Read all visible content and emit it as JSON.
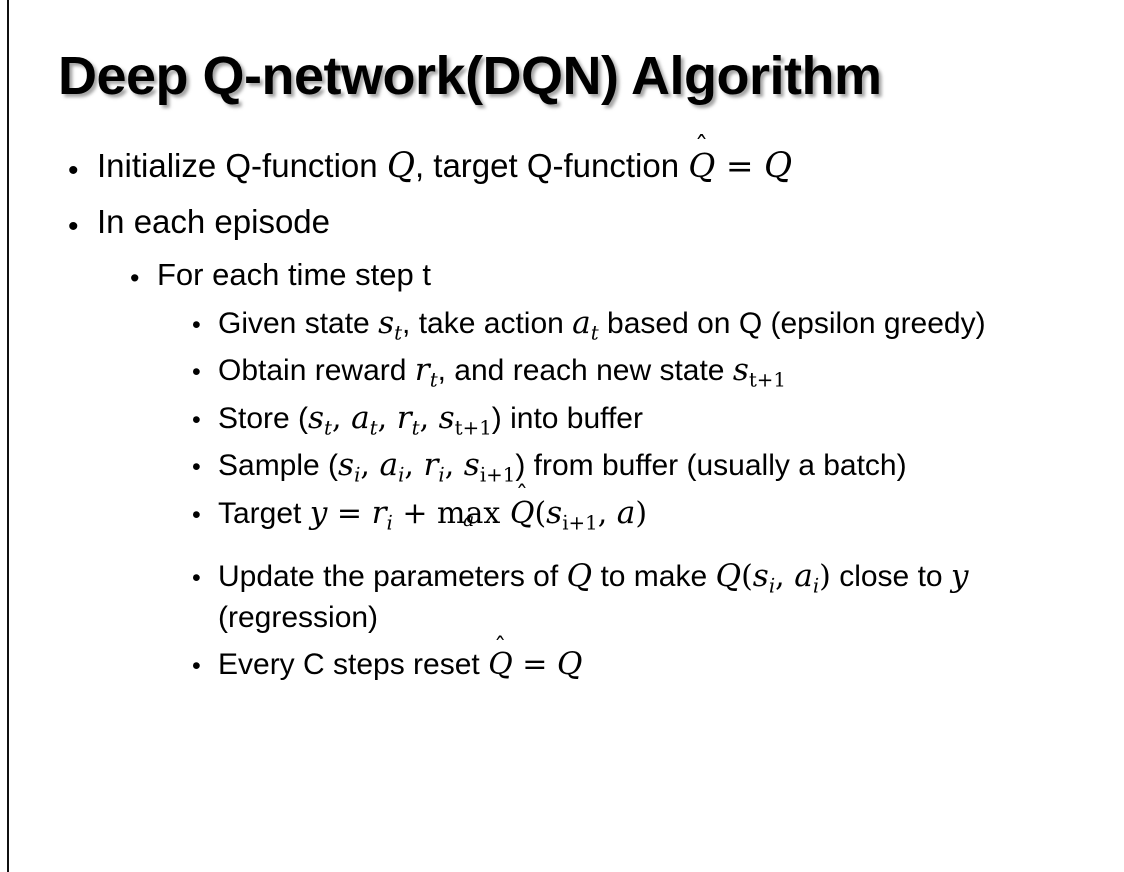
{
  "slide": {
    "title": "Deep Q-network(DQN) Algorithm",
    "background_color": "#ffffff",
    "text_color": "#000000",
    "edge_line_color": "#101010",
    "bullet_glyph": "•",
    "content": [
      {
        "level": 1,
        "id": "initialize",
        "segments": [
          {
            "kind": "text",
            "value": "Initialize Q-function "
          },
          {
            "kind": "math",
            "value": "Q"
          },
          {
            "kind": "text",
            "value": ", target Q-function "
          },
          {
            "kind": "math-hat",
            "value": "Q"
          },
          {
            "kind": "text",
            "value": " = "
          },
          {
            "kind": "math",
            "value": "Q"
          }
        ],
        "plain": "Initialize Q-function Q, target Q-function Q̂ = Q"
      },
      {
        "level": 1,
        "id": "in-each-episode",
        "segments": [
          {
            "kind": "text",
            "value": "In each episode"
          }
        ],
        "plain": "In each episode"
      },
      {
        "level": 2,
        "id": "for-each-time-step",
        "segments": [
          {
            "kind": "text",
            "value": "For each time step t"
          }
        ],
        "plain": "For each time step t"
      },
      {
        "level": 3,
        "id": "given-state",
        "plain": "Given state s_t, take action a_t based on Q (epsilon greedy)"
      },
      {
        "level": 3,
        "id": "obtain-reward",
        "plain": "Obtain reward r_t, and reach new state s_{t+1}"
      },
      {
        "level": 3,
        "id": "store-buffer",
        "plain": "Store (s_t, a_t, r_t, s_{t+1}) into buffer"
      },
      {
        "level": 3,
        "id": "sample-buffer",
        "plain": "Sample (s_i, a_i, r_i, s_{i+1}) from buffer (usually a batch)"
      },
      {
        "level": 3,
        "id": "target",
        "plain": "Target y = r_i + max_a Q̂(s_{i+1}, a)"
      },
      {
        "level": 3,
        "id": "update-parameters",
        "plain": "Update the parameters of Q to make Q(s_i, a_i) close to y (regression)"
      },
      {
        "level": 3,
        "id": "reset-target",
        "plain": "Every C steps reset Q̂ = Q"
      }
    ],
    "tokens": {
      "initialize_pre": "Initialize Q-function ",
      "initialize_mid": ", target Q-function ",
      "equals": " = ",
      "Q": "Q",
      "in_each_episode": "In each episode",
      "for_each_time_step": "For each time step t",
      "given_pre": "Given state ",
      "given_mid": ", take action ",
      "given_post": " based on Q (epsilon greedy)",
      "obtain_pre": "Obtain reward ",
      "obtain_mid": ", and reach new state ",
      "store_pre": "Store (",
      "store_post": ") into buffer",
      "sample_pre": "Sample (",
      "sample_post": ") from buffer (usually a batch)",
      "target_pre": "Target ",
      "target_eq": " = ",
      "target_plus": " + ",
      "max": "max",
      "update_pre": "Update the parameters of ",
      "update_mid": " to make ",
      "update_post": " close to ",
      "update_end": " (regression)",
      "every_pre": "Every C steps reset ",
      "comma": ", ",
      "lparen": "(",
      "rparen": ")",
      "s": "s",
      "a": "a",
      "r": "r",
      "y": "y",
      "sub_t": "t",
      "sub_i": "i",
      "sub_t1": "t+1",
      "sub_i1": "i+1",
      "hat": "̂",
      "hat_glyph": "ˆ"
    }
  }
}
